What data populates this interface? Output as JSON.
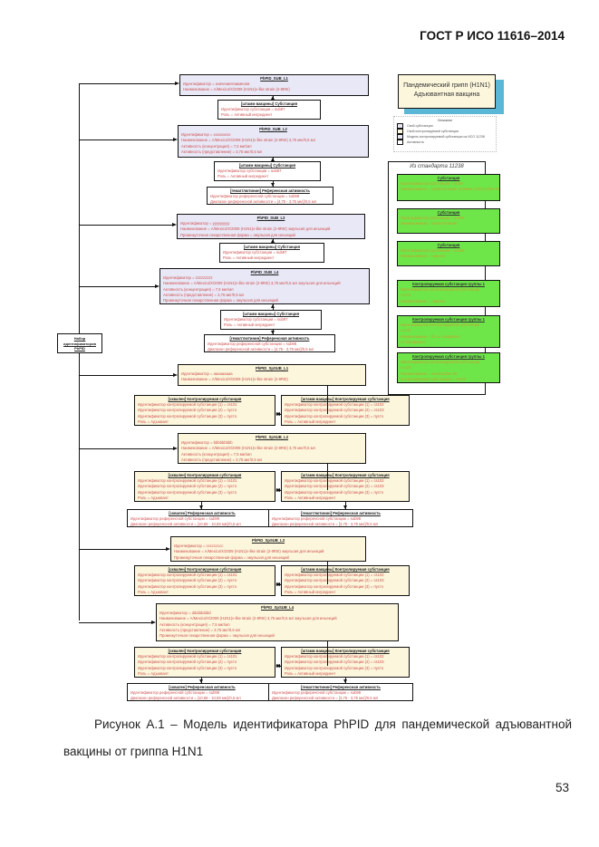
{
  "header": {
    "standard": "ГОСТ Р ИСО 11616–2014"
  },
  "title_box": {
    "line1": "Пандемический грипп (H1N1)",
    "line2": "Адъювантная вакцина"
  },
  "legend": {
    "title": "Описание",
    "items": [
      {
        "label": "Свой субстанции",
        "color": "#e8e8f6"
      },
      {
        "label": "Свой контролируемой субстанции",
        "color": "#fbf6dc"
      },
      {
        "label": "Модель контролируемой субстанции из ИСО 11238",
        "color": "#e8e8f6"
      },
      {
        "label": "Активность",
        "color": "#ffffff"
      }
    ]
  },
  "root": {
    "line1": "Набор",
    "line2": "идентификаторов",
    "line3": "PhPID"
  },
  "lav_boxes": [
    {
      "title": "PhPID_SUB_L1",
      "lines": [
        "Идентификатор = значениеНаименов",
        "Наименование = A/Mexico/X/2009 (H1N1)v-like strain (2-8RIII)"
      ]
    },
    {
      "title": "[штамм вакцины] Субстанция",
      "lines": [
        "Идентификатор субстанции = sub97",
        "Роль = Активный ингредиент"
      ]
    },
    {
      "title": "PhPID_SUB_L2",
      "lines": [
        "Идентификатор = xxxxxxxxx",
        "Наименование = A/Mexico/X/2009 (H1N1)v-like strain (2-8RIII) 3,75 мкг/0,5 мл",
        "Активность (концентрация) = 7,5 мкг/мл",
        "Активность (представление) = 3,75 мкг/0,5 мл"
      ]
    },
    {
      "title": "[штамм вакцины] Субстанция",
      "lines": [
        "Идентификатор субстанции = sub97",
        "Роль = Активный ингредиент"
      ]
    },
    {
      "title": "PhPID_SUB_L3",
      "lines": [
        "Идентификатор = yyyyyyyyy",
        "Наименование = A/Mexico/X/2009 (H1N1)v-like strain (2-8RIII) эмульсия для инъекций",
        "Промежуточная лекарственная форма = эмульсия для инъекций"
      ]
    },
    {
      "title": "[штамм вакцины] Субстанция",
      "lines": [
        "Идентификатор субстанции = sub97",
        "Роль = Активный ингредиент"
      ]
    },
    {
      "title": "PhPID_SUB_L4",
      "lines": [
        "Идентификатор = zzzzzzzzz",
        "Наименование = A/Mexico/X/2009 (H1N1)v-like strain (2-8RIII) 3,75 мкг/0,5 мл эмульсия для инъекций",
        "Активность (концентрация) = 7,5 мкг/мл",
        "Активность (представление) = 3,75 мкг/0,5 мл",
        "Промежуточная лекарственная форма = эмульсия для инъекций"
      ]
    },
    {
      "title": "[штамм вакцины] Субстанция",
      "lines": [
        "Идентификатор субстанции = sub97",
        "Роль = Активный ингредиент"
      ]
    }
  ],
  "ref_boxes": [
    {
      "title": "[гемагглютинин] Референсная активность",
      "lines": [
        "Идентификатор референсной субстанции = sub98",
        "Диапазон референсной активности = [4,75 - 3,75 мкг]/0,5 мл"
      ]
    },
    {
      "title": "[гемагглютинин] Референсная активность",
      "lines": [
        "Идентификатор референсной субстанции = sub98",
        "Диапазон референсной активности = [4,75 - 3,75 мкг]/0,5 мл"
      ]
    }
  ],
  "green_box": {
    "title": "Из стандарта 11238",
    "items": [
      {
        "title": "Субстанция",
        "lines": [
          "Идентификатор субстанции = sub97",
          "Наименование = гемагглютинин штамма (H1N1)v-like strain"
        ]
      },
      {
        "title": "Субстанция",
        "lines": [
          "Идентификатор субстанции = sub98",
          "Наименование = гемагглютинин"
        ]
      },
      {
        "title": "Субстанция",
        "lines": [
          "Идентификатор субстанции = sub99",
          "Наименование = сквален"
        ]
      },
      {
        "title": "Контролируемая субстанция группы 1",
        "lines": [
          "Идентификатор контролируемой субстанции",
          "cs101",
          "Наименование = сквален"
        ]
      },
      {
        "title": "Контролируемая субстанция группы 1",
        "lines": [
          "Идентификатор контролируемой субстанции",
          "cs102",
          "Наименование = DL-α-токоферол",
          "(α-токоферол)"
        ]
      },
      {
        "title": "Контролируемая субстанция группы 1",
        "lines": [
          "Идентификатор контролируемой субстанции",
          "cs103",
          "Наименование = полисорбат 80",
          "Контролируемая субстанция = cs102"
        ]
      }
    ]
  },
  "yel_groups": [
    {
      "main": {
        "title": "PhPID_SpSUB_L1",
        "lines": [
          "Идентификатор = aaaaaaaaa",
          "Наименование = A/Mexico/X/2009 (H1N1)v-like strain (2-8RIII)"
        ]
      },
      "left": {
        "title": "[сквален] Контролируемая субстанция",
        "lines": [
          "Идентификатор контролируемой субстанции (1) = cs101",
          "Идентификатор контролируемой субстанции (2) = пусто",
          "Идентификатор контролируемой субстанции (3) = пусто",
          "Роль = Адъювант"
        ]
      },
      "right": {
        "title": "[штамм вакцины] Контролируемая субстанция",
        "lines": [
          "Идентификатор контролируемой субстанции (1) = cs102",
          "Идентификатор контролируемой субстанции (2) = cs103",
          "Идентификатор контролируемой субстанции (3) = пусто",
          "Роль = Активный ингредиент"
        ]
      }
    },
    {
      "main": {
        "title": "PhPID_SpSUB_L2",
        "lines": [
          "Идентификатор = bbbbbbbbb",
          "Наименование = A/Mexico/X/2009 (H1N1)v-like strain (2-8RIII) 3,75 мкг/0,5 мл",
          "Активность (концентрация) = 7,5 мкг/мл",
          "Активность (представление) = 3,75 мкг/0,5 мл"
        ]
      },
      "left": {
        "title": "[сквален] Контролируемая субстанция",
        "lines": [
          "Идентификатор контролируемой субстанции (1) = cs101",
          "Идентификатор контролируемой субстанции (2) = пусто",
          "Идентификатор контролируемой субстанции (3) = пусто",
          "Роль = Адъювант"
        ]
      },
      "right": {
        "title": "[штамм вакцины] Контролируемая субстанция",
        "lines": [
          "Идентификатор контролируемой субстанции (1) = cs102",
          "Идентификатор контролируемой субстанции (2) = cs103",
          "Идентификатор контролируемой субстанции (3) = пусто",
          "Роль = Активный ингредиент"
        ]
      },
      "ref_left": {
        "title": "[сквален] Референсная активность",
        "lines": [
          "Идентификатор референсной субстанции = sub99",
          "Диапазон референсной активности = [10,68 - 10,59 мкг]/0,5 мл"
        ]
      },
      "ref_right": {
        "title": "[гемагглютинин] Референсная активность",
        "lines": [
          "Идентификатор референсной субстанции = sub98",
          "Диапазон референсной активности = [3,75 - 3,75 мкг]/0,5 мл"
        ]
      }
    },
    {
      "main": {
        "title": "PhPID_SpSUB_L3",
        "lines": [
          "Идентификатор = ccccccccc",
          "Наименование = A/Mexico/X/2009 (H1N1)v-like strain (2-8RIII) эмульсия для инъекций",
          "Промежуточная лекарственная форма = эмульсия для инъекций"
        ]
      },
      "left": {
        "title": "[сквален] Контролируемая субстанция",
        "lines": [
          "Идентификатор контролируемой субстанции (1) = cs101",
          "Идентификатор контролируемой субстанции (2) = пусто",
          "Идентификатор контролируемой субстанции (3) = пусто",
          "Роль = Адъювант"
        ]
      },
      "right": {
        "title": "[штамм вакцины] Контролируемая субстанция",
        "lines": [
          "Идентификатор контролируемой субстанции (1) = cs102",
          "Идентификатор контролируемой субстанции (2) = cs103",
          "Идентификатор контролируемой субстанции (3) = пусто",
          "Роль = Активный ингредиент"
        ]
      }
    },
    {
      "main": {
        "title": "PhPID_SpSUB_L4",
        "lines": [
          "Идентификатор = ddddddddd",
          "Наименование = A/Mexico/X/2009 (H1N1)v-like strain (2-8RIII) 3,75 мкг/0,5 мл эмульсия для инъекций",
          "Активность (концентрация) = 7,5 мкг/мл",
          "Активность (представление) = 3,75 мкг/0,5 мл",
          "Промежуточная лекарственная форма = эмульсия для инъекций"
        ]
      },
      "left": {
        "title": "[сквален] Контролируемая субстанция",
        "lines": [
          "Идентификатор контролируемой субстанции (1) = cs101",
          "Идентификатор контролируемой субстанции (2) = пусто",
          "Идентификатор контролируемой субстанции (3) = пусто",
          "Роль = Адъювант"
        ]
      },
      "right": {
        "title": "[штамм вакцины] Контролируемая субстанция",
        "lines": [
          "Идентификатор контролируемой субстанции (1) = cs102",
          "Идентификатор контролируемой субстанции (2) = cs103",
          "Идентификатор контролируемой субстанции (3) = пусто",
          "Роль = Активный ингредиент"
        ]
      },
      "ref_left": {
        "title": "[сквален] Референсная активность",
        "lines": [
          "Идентификатор референсной субстанции = sub99",
          "Диапазон референсной активности = [10,68 - 10,59 мкг]/0,5 мл"
        ]
      },
      "ref_right": {
        "title": "[гемагглютинин] Референсная активность",
        "lines": [
          "Идентификатор референсной субстанции = sub98",
          "Диапазон референсной активности = [3,75 - 3,75 мкг]/0,5 мл"
        ]
      }
    }
  ],
  "caption": {
    "line1": "Рисунок А.1 – Модель идентификатора PhPID для пандемической адъювантной",
    "line2": "вакцины от гриппа H1N1"
  },
  "page_number": "53"
}
